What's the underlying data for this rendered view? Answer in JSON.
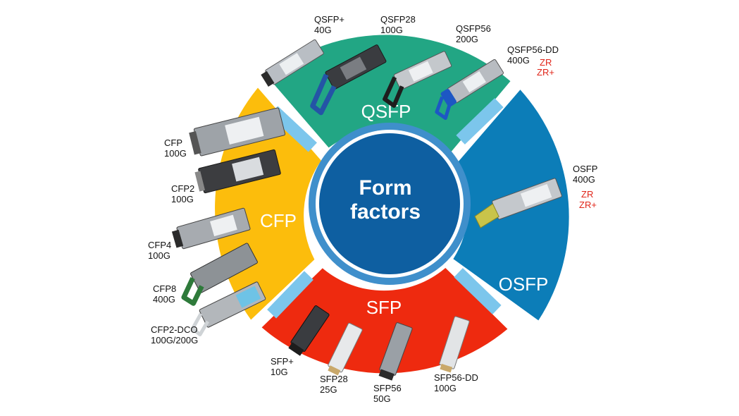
{
  "center": {
    "line1": "Form",
    "line2": "factors"
  },
  "colors": {
    "qsfp": "#22a684",
    "osfp": "#0c7db8",
    "sfp": "#ee2a0f",
    "cfp": "#fcbd0c",
    "divider": "#7cc6ec",
    "center_fill": "#0e5fa1",
    "center_ring": "#3f8fcb",
    "zr_text": "#e02418"
  },
  "segments": {
    "qsfp": {
      "label": "QSFP"
    },
    "osfp": {
      "label": "OSFP"
    },
    "sfp": {
      "label": "SFP"
    },
    "cfp": {
      "label": "CFP"
    }
  },
  "modules": {
    "qsfp_plus": {
      "name": "QSFP+",
      "speed": "40G"
    },
    "qsfp28": {
      "name": "QSFP28",
      "speed": "100G"
    },
    "qsfp56": {
      "name": "QSFP56",
      "speed": "200G"
    },
    "qsfp56_dd": {
      "name": "QSFP56-DD",
      "speed": "400G",
      "zr": "ZR",
      "zr_plus": "ZR+"
    },
    "osfp": {
      "name": "OSFP",
      "speed": "400G",
      "zr": "ZR",
      "zr_plus": "ZR+"
    },
    "cfp": {
      "name": "CFP",
      "speed": "100G"
    },
    "cfp2": {
      "name": "CFP2",
      "speed": "100G"
    },
    "cfp4": {
      "name": "CFP4",
      "speed": "100G"
    },
    "cfp8": {
      "name": "CFP8",
      "speed": "400G"
    },
    "cfp2_dco": {
      "name": "CFP2-DCO",
      "speed": "100G/200G"
    },
    "sfp_plus": {
      "name": "SFP+",
      "speed": "10G"
    },
    "sfp28": {
      "name": "SFP28",
      "speed": "25G"
    },
    "sfp56": {
      "name": "SFP56",
      "speed": "50G"
    },
    "sfp56_dd": {
      "name": "SFP56-DD",
      "speed": "100G"
    }
  }
}
